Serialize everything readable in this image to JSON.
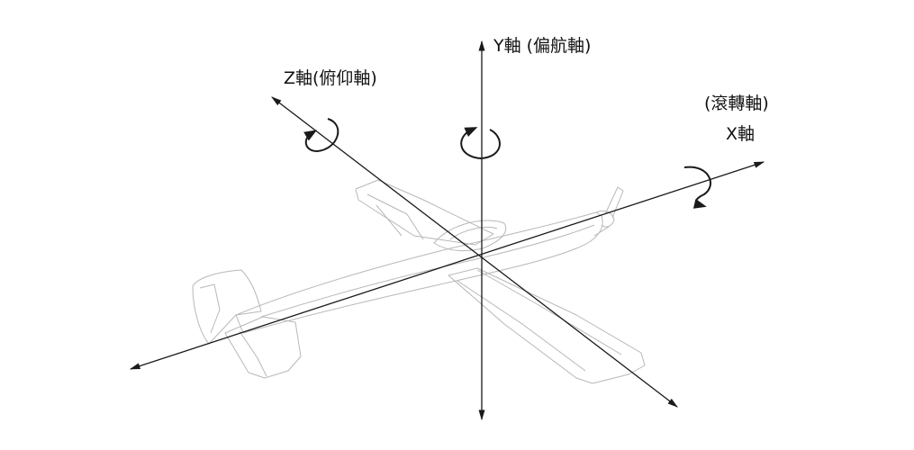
{
  "labels": {
    "y_axis": "Y軸 (偏航軸)",
    "z_axis": "Z軸(俯仰軸)",
    "x_axis_paren": "(滾轉軸)",
    "x_axis": "X軸"
  },
  "icons": {
    "rotation_marker": "circular-arrow-icon",
    "aircraft": "airplane-outline"
  },
  "colors": {
    "axis": "#1a1a1a",
    "aircraft_outline": "#b8b8b8",
    "background": "#ffffff"
  }
}
